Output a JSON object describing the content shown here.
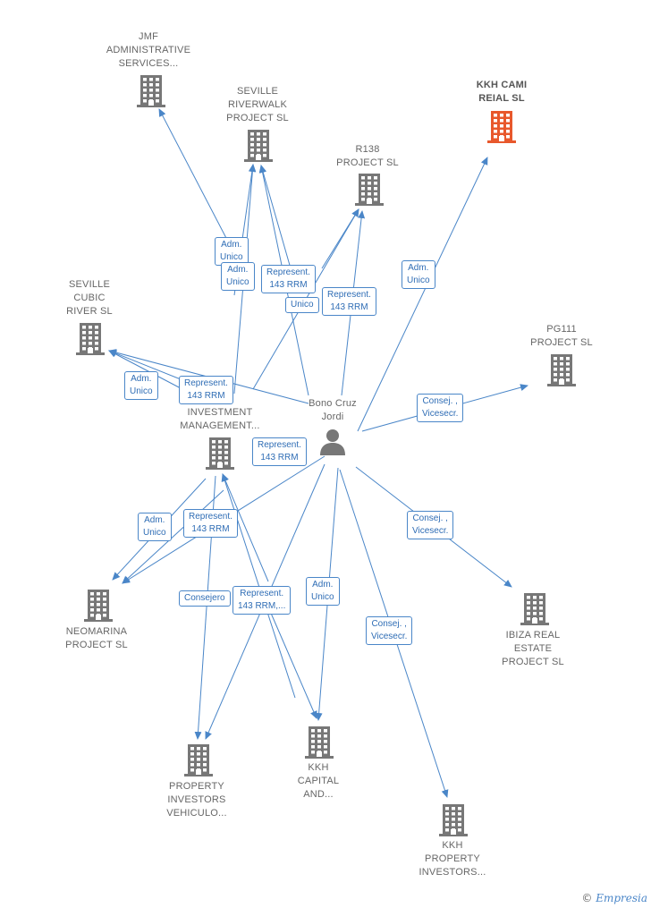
{
  "person": {
    "name": "Bono Cruz\nJordi",
    "icon": "person-icon"
  },
  "nodes": [
    {
      "id": "jmf",
      "label": "JMF\nADMINISTRATIVE\nSERVICES...",
      "highlight": false
    },
    {
      "id": "riverwalk",
      "label": "SEVILLE\nRIVERWALK\nPROJECT  SL",
      "highlight": false
    },
    {
      "id": "r138",
      "label": "R138\nPROJECT  SL",
      "highlight": false
    },
    {
      "id": "kkhcami",
      "label": "KKH CAMI\nREIAL  SL",
      "highlight": true
    },
    {
      "id": "cubic",
      "label": "SEVILLE\nCUBIC\nRIVER  SL",
      "highlight": false
    },
    {
      "id": "pg111",
      "label": "PG111\nPROJECT  SL",
      "highlight": false
    },
    {
      "id": "invest",
      "label": "INVESTMENT\nMANAGEMENT...",
      "highlight": false
    },
    {
      "id": "neomarina",
      "label": "NEOMARINA\nPROJECT  SL",
      "highlight": false
    },
    {
      "id": "ibiza",
      "label": "IBIZA REAL\nESTATE\nPROJECT  SL",
      "highlight": false
    },
    {
      "id": "propinv",
      "label": "PROPERTY\nINVESTORS\nVEHICULO...",
      "highlight": false
    },
    {
      "id": "kkhcap",
      "label": "KKH\nCAPITAL\nAND...",
      "highlight": false
    },
    {
      "id": "kkhprop",
      "label": "KKH\nPROPERTY\nINVESTORS...",
      "highlight": false
    }
  ],
  "edge_labels": [
    "Adm.\nUnico",
    "Adm.\nUnico",
    "Represent.\n143 RRM",
    "Unico",
    "Represent.\n143 RRM",
    "Adm.\nUnico",
    "Adm.\nUnico",
    "Represent.\n143 RRM",
    "Consej. ,\nVicesecr.",
    "Represent.\n143 RRM",
    "Adm.\nUnico",
    "Represent.\n143 RRM",
    "Consej. ,\nVicesecr.",
    "Consejero",
    "Represent.\n143 RRM,...",
    "Adm.\nUnico",
    "Consej. ,\nVicesecr."
  ],
  "colors": {
    "edge": "#4a86c8",
    "building": "#777777",
    "building_highlight": "#e8582c"
  },
  "icons": {
    "building": "building-icon"
  },
  "brand": {
    "symbol": "©",
    "name": "Empresia"
  }
}
